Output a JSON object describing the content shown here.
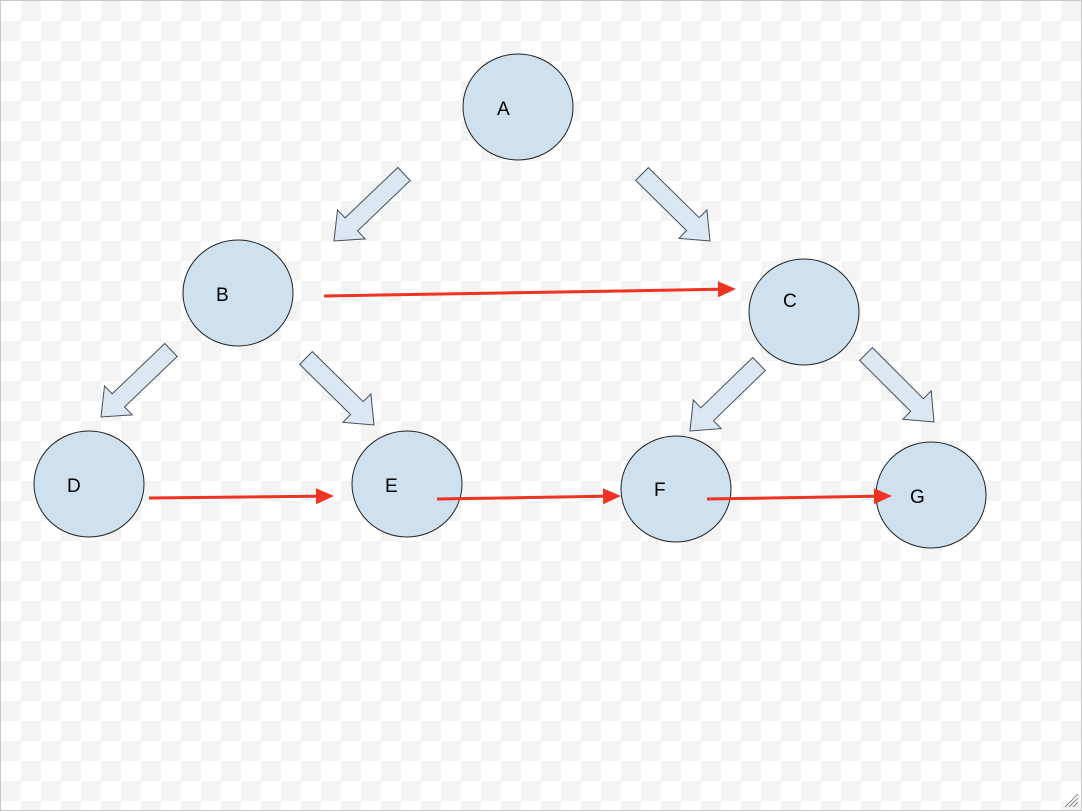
{
  "colors": {
    "node_fill": "#cfe0ef",
    "node_stroke": "#222222",
    "tree_arrow_fill": "#dbe7f2",
    "tree_arrow_stroke": "#44505c",
    "link_arrow": "#ee3322"
  },
  "nodes": [
    {
      "id": "A",
      "label": "A"
    },
    {
      "id": "B",
      "label": "B"
    },
    {
      "id": "C",
      "label": "C"
    },
    {
      "id": "D",
      "label": "D"
    },
    {
      "id": "E",
      "label": "E"
    },
    {
      "id": "F",
      "label": "F"
    },
    {
      "id": "G",
      "label": "G"
    }
  ],
  "tree_edges": [
    {
      "from": "A",
      "to": "B"
    },
    {
      "from": "A",
      "to": "C"
    },
    {
      "from": "B",
      "to": "D"
    },
    {
      "from": "B",
      "to": "E"
    },
    {
      "from": "C",
      "to": "F"
    },
    {
      "from": "C",
      "to": "G"
    }
  ],
  "next_links": [
    {
      "from": "B",
      "to": "C"
    },
    {
      "from": "D",
      "to": "E"
    },
    {
      "from": "E",
      "to": "F"
    },
    {
      "from": "F",
      "to": "G"
    }
  ]
}
